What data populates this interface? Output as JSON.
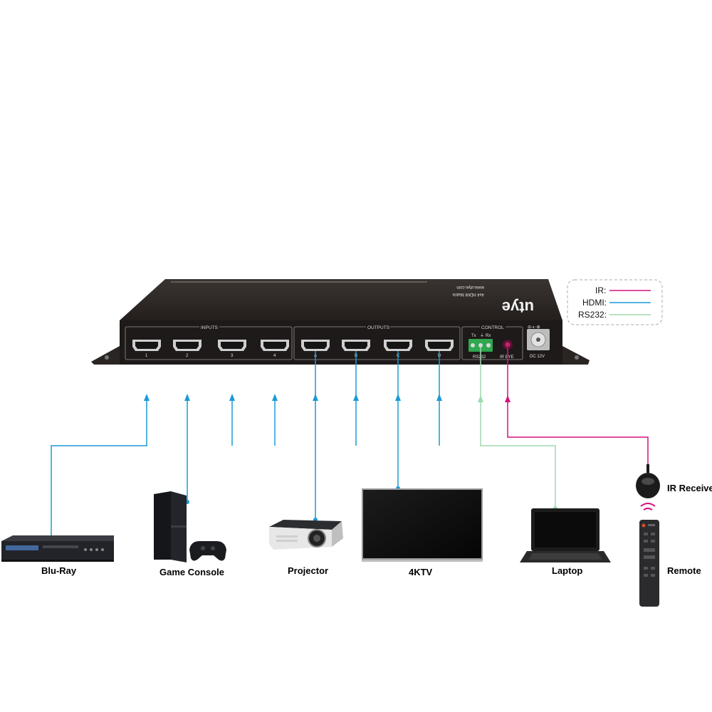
{
  "colors": {
    "ir": "#d4127f",
    "hdmi": "#1a9ad6",
    "rs232": "#9fd9ad"
  },
  "legend": {
    "ir": "IR:",
    "hdmi": "HDMI:",
    "rs232": "RS232:"
  },
  "device": {
    "brand": "utye",
    "top_text_1": "www.utye.com",
    "top_text_2": "4x4 HDMI Matrix",
    "inputs_label": "INPUTS",
    "outputs_label": "OUTPUTS",
    "control_label": "CONTROL",
    "input_ports": [
      "1",
      "2",
      "3",
      "4"
    ],
    "output_ports": [
      "A",
      "B",
      "C",
      "D"
    ],
    "rs232_label": "RS232",
    "tx_label": "Tx",
    "rx_label": "Rx",
    "ir_eye_label": "IR EYE",
    "dc_label": "DC 12V"
  },
  "labels": {
    "bluray": "Blu-Ray",
    "game_console": "Game Console",
    "projector": "Projector",
    "tv": "4KTV",
    "laptop": "Laptop",
    "ir_receiver": "IR Receiver",
    "remote": "Remote"
  }
}
